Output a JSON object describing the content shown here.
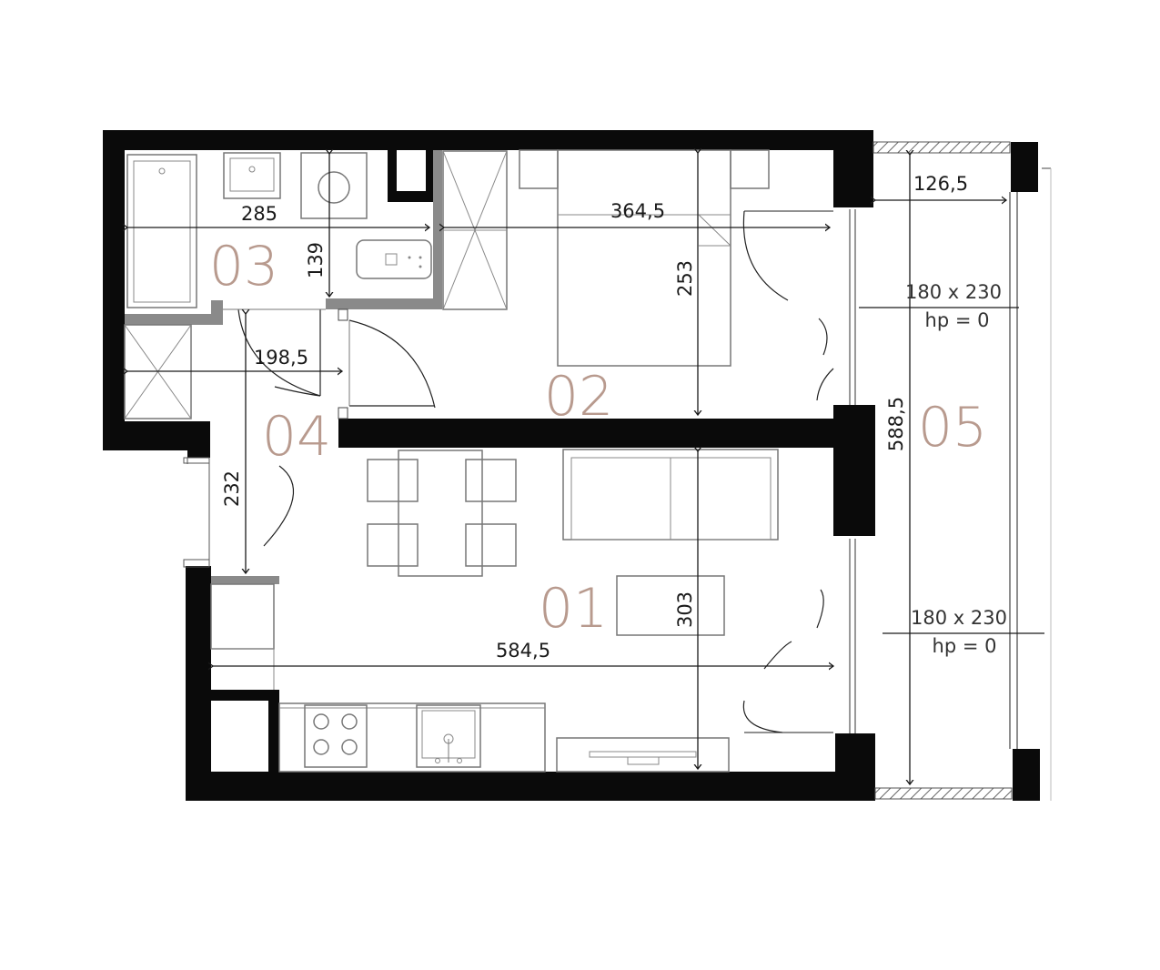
{
  "rooms": {
    "r01": "01",
    "r02": "02",
    "r03": "03",
    "r04": "04",
    "r05": "05"
  },
  "dimensions": {
    "bathroom_width": "285",
    "bedroom_width": "364,5",
    "balcony_depth": "126,5",
    "bathroom_depth": "139",
    "bedroom_depth": "253",
    "hall_width": "198,5",
    "hall_depth": "232",
    "living_width": "584,5",
    "living_depth": "303",
    "balcony_length": "588,5"
  },
  "windows": {
    "w1_size": "180 x 230",
    "w1_hp": "hp = 0",
    "w2_size": "180 x 230",
    "w2_hp": "hp = 0"
  },
  "colors": {
    "room_label": "#b89a8e",
    "wall": "#0a0a0a",
    "partition": "#8a8a8a"
  }
}
